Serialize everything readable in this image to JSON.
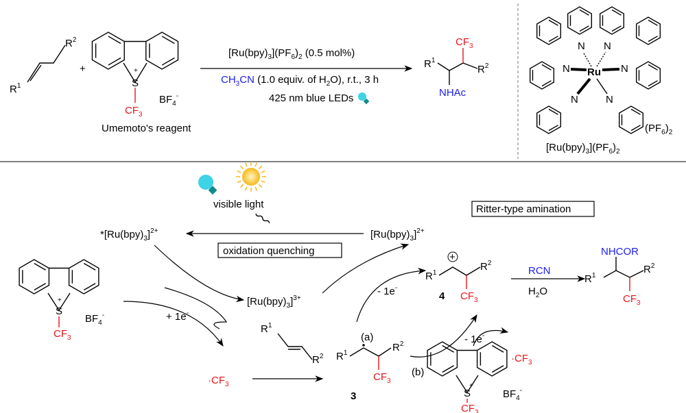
{
  "top": {
    "alkene": {
      "r1": "R",
      "r1_sup": "1",
      "r2": "R",
      "r2_sup": "2"
    },
    "plus": "+",
    "reagent": {
      "s": "S",
      "charge": "+",
      "cf": "CF",
      "cf_sub": "3",
      "bf": "BF",
      "bf_sub": "4",
      "bf_sup": "-",
      "name": "Umemoto's reagent"
    },
    "conditions": {
      "line1": [
        "[Ru(bpy)",
        "3",
        "](PF",
        "6",
        ")",
        "2",
        " (0.5 mol%)"
      ],
      "line2_blue": [
        "CH",
        "3",
        "CN"
      ],
      "line2": [
        " (1.0 equiv. of H",
        "2",
        "O), r.t., 3 h"
      ],
      "line3": "425 nm blue LEDs"
    },
    "product": {
      "cf": "CF",
      "cf_sub": "3",
      "r1": "R",
      "r1_sup": "1",
      "r2": "R",
      "r2_sup": "2",
      "nhac": "NHAc"
    },
    "complex": {
      "ru": "Ru",
      "n": "N",
      "counter": [
        "(PF",
        "6",
        ")",
        "2"
      ],
      "name": [
        "[Ru(bpy)",
        "3",
        "](PF",
        "6",
        ")",
        "2"
      ]
    }
  },
  "mechanism": {
    "visible_light": "visible light",
    "excited": [
      "*[Ru(bpy)",
      "3",
      "]",
      "2+"
    ],
    "ground": [
      "[Ru(bpy)",
      "3",
      "]",
      "2+"
    ],
    "oxidized": [
      "[Ru(bpy)",
      "3",
      "]",
      "3+"
    ],
    "oxidation_quenching": "oxidation quenching",
    "ritter": "Ritter-type amination",
    "plus_e": [
      "+ 1e",
      "-"
    ],
    "minus_e_a": [
      "- 1e",
      "-"
    ],
    "minus_e_b": [
      "- 1e",
      "-"
    ],
    "path_a": "(a)",
    "path_b": "(b)",
    "cf3_radical": [
      "·",
      "CF",
      "3"
    ],
    "cf3_radical_b": [
      "·",
      "CF",
      "3"
    ],
    "radical_label": "3",
    "cation_label": "4",
    "rcn": "RCN",
    "water": [
      "H",
      "2",
      "O"
    ],
    "nhcor": "NHCOR",
    "cf3": [
      "CF",
      "3"
    ],
    "r1": [
      "R",
      "1"
    ],
    "r2": [
      "R",
      "2"
    ],
    "bf4": [
      "BF",
      "4",
      "-"
    ],
    "s_plus": "+",
    "s": "S"
  },
  "colors": {
    "red": "#e8141b",
    "blue": "#1c1cf0",
    "bulb": "#3fd3e6",
    "sun": "#f6b81c"
  }
}
